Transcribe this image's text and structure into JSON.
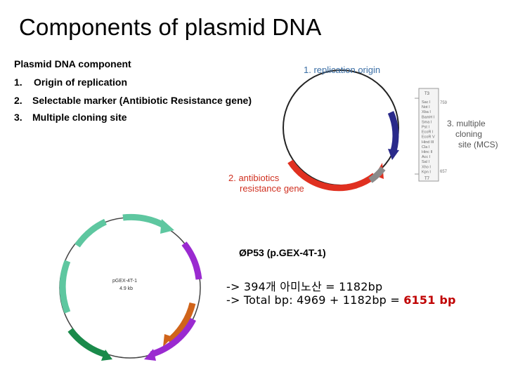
{
  "title": "Components of plasmid DNA",
  "subtitle": "Plasmid DNA component",
  "components": [
    {
      "num": "1.",
      "text": "Origin of replication"
    },
    {
      "num": "2.",
      "text": "Selectable marker (Antibiotic Resistance gene)"
    },
    {
      "num": "3.",
      "text": "Multiple cloning site"
    }
  ],
  "diagram_top": {
    "label_replication": "1. replication origin",
    "label_antibiotic_1": "2. antibiotics",
    "label_antibiotic_2": "resistance gene",
    "label_mcs_1": "3. multiple",
    "label_mcs_2": "cloning",
    "label_mcs_3": "site (MCS)",
    "mcs_box_top": "T3",
    "mcs_box_bottom": "T7",
    "mcs_sites": [
      "Sac I",
      "Not I",
      "Xba I",
      "BamH I",
      "Sma I",
      "Pst I",
      "EcoR I",
      "EcoR V",
      "Hind III",
      "Cla I",
      "Hinc II",
      "Acc I",
      "Sal I",
      "Xho I",
      "Kpn I"
    ],
    "mcs_num_top": "759",
    "mcs_num_bottom": "657",
    "colors": {
      "ori": "#6aa2c8",
      "marker": "#e03020",
      "mcs": "#2a2a8a",
      "gray": "#8a8a8a"
    }
  },
  "map": {
    "center_name": "pGEX-4T-1",
    "center_size": "4.9 kb"
  },
  "p53_label": "ØP53 (p.GEX-4T-1)",
  "calc_line1": "-> 394개 아미노산 = 1182bp",
  "calc_line2_prefix": "-> Total bp: 4969 + 1182bp = ",
  "calc_line2_result": "6151 bp"
}
